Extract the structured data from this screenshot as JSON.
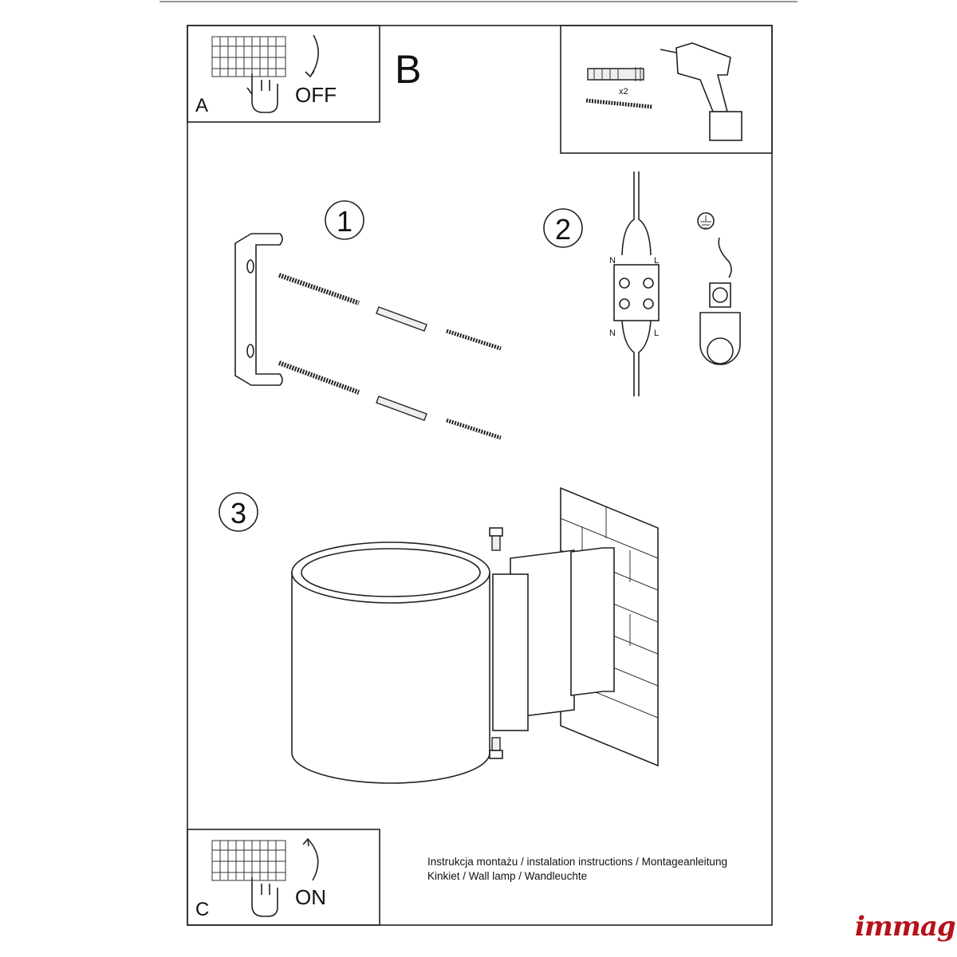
{
  "panels": {
    "a": {
      "letter": "A",
      "action": "OFF"
    },
    "b": {
      "letter": "B"
    },
    "tools": {
      "quantity": "x2"
    },
    "c": {
      "letter": "C",
      "action": "ON"
    }
  },
  "steps": [
    {
      "number": "1"
    },
    {
      "number": "2",
      "wire_labels": {
        "neutral_top": "N",
        "live_top": "L",
        "neutral_bottom": "N",
        "live_bottom": "L"
      }
    },
    {
      "number": "3"
    }
  ],
  "caption": {
    "line1": "Instrukcja montażu / instalation instructions / Montageanleitung",
    "line2": "Kinkiet / Wall lamp / Wandleuchte"
  },
  "logo": {
    "text": "immag",
    "color": "#b5121b"
  }
}
